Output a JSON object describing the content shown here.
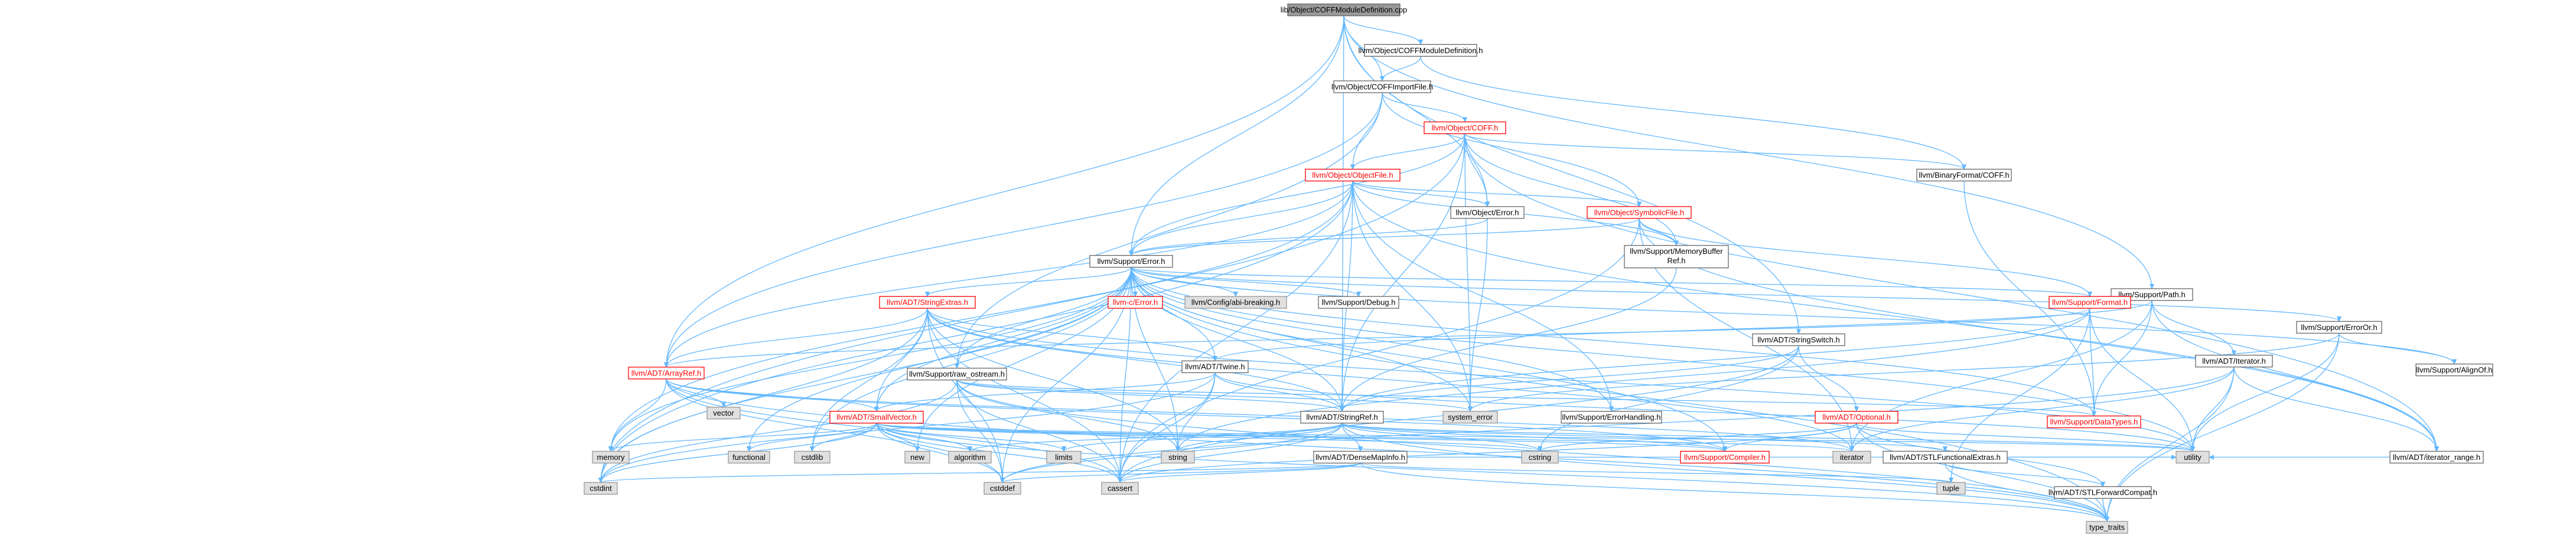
{
  "graph": {
    "root": "lib/Object/COFFModuleDefinition.cpp",
    "colors": {
      "edge": "#63b8ff",
      "root_fill": "#999999",
      "root_stroke": "#666666",
      "file_fill": "#ffffff",
      "file_stroke": "#666666",
      "partial_stroke": "#ff0000",
      "partial_text": "#ff0000",
      "system_fill": "#e0e0e0",
      "system_stroke": "#999999",
      "text": "#000000"
    },
    "nodes": [
      {
        "id": "n0",
        "label": "lib/Object/COFFModuleDefinition.cpp",
        "kind": "root"
      },
      {
        "id": "n1",
        "label": "llvm/Object/COFFModuleDefinition.h",
        "kind": "file"
      },
      {
        "id": "n2",
        "label": "llvm/Object/COFFImportFile.h",
        "kind": "file"
      },
      {
        "id": "n3",
        "label": "llvm/Object/COFF.h",
        "kind": "partial"
      },
      {
        "id": "n4",
        "label": "llvm/BinaryFormat/COFF.h",
        "kind": "file"
      },
      {
        "id": "n5",
        "label": "llvm/Object/ObjectFile.h",
        "kind": "partial"
      },
      {
        "id": "n6",
        "label": "llvm/Object/Error.h",
        "kind": "file"
      },
      {
        "id": "n7",
        "label": "llvm/Object/SymbolicFile.h",
        "kind": "partial"
      },
      {
        "id": "n8",
        "label": "llvm/Support/MemoryBuffer",
        "label2": "Ref.h",
        "kind": "file"
      },
      {
        "id": "n9",
        "label": "llvm/Support/Error.h",
        "kind": "file"
      },
      {
        "id": "n10",
        "label": "llvm/Support/Path.h",
        "kind": "file"
      },
      {
        "id": "n11",
        "label": "llvm/ADT/StringExtras.h",
        "kind": "partial"
      },
      {
        "id": "n12",
        "label": "llvm-c/Error.h",
        "kind": "partial"
      },
      {
        "id": "n13",
        "label": "llvm/Config/abi-breaking.h",
        "kind": "system"
      },
      {
        "id": "n14",
        "label": "llvm/Support/Debug.h",
        "kind": "file"
      },
      {
        "id": "n15",
        "label": "llvm/Support/Format.h",
        "kind": "partial"
      },
      {
        "id": "n16",
        "label": "llvm/Support/ErrorOr.h",
        "kind": "file"
      },
      {
        "id": "n17",
        "label": "llvm/ADT/StringSwitch.h",
        "kind": "file"
      },
      {
        "id": "n18",
        "label": "llvm/ADT/Iterator.h",
        "kind": "file"
      },
      {
        "id": "n19",
        "label": "llvm/Support/AlignOf.h",
        "kind": "file"
      },
      {
        "id": "n20",
        "label": "llvm/ADT/Twine.h",
        "kind": "file"
      },
      {
        "id": "n21",
        "label": "llvm/ADT/ArrayRef.h",
        "kind": "partial"
      },
      {
        "id": "n22",
        "label": "llvm/Support/raw_ostream.h",
        "kind": "file"
      },
      {
        "id": "n23",
        "label": "llvm/ADT/SmallVector.h",
        "kind": "partial"
      },
      {
        "id": "n24",
        "label": "llvm/ADT/StringRef.h",
        "kind": "file"
      },
      {
        "id": "n25",
        "label": "llvm/Support/ErrorHandling.h",
        "kind": "file"
      },
      {
        "id": "n26",
        "label": "llvm/ADT/Optional.h",
        "kind": "partial"
      },
      {
        "id": "n27",
        "label": "llvm/Support/DataTypes.h",
        "kind": "partial"
      },
      {
        "id": "n28",
        "label": "llvm/ADT/DenseMapInfo.h",
        "kind": "file"
      },
      {
        "id": "n29",
        "label": "llvm/Support/Compiler.h",
        "kind": "partial"
      },
      {
        "id": "n30",
        "label": "llvm/ADT/STLFunctionalExtras.h",
        "kind": "file"
      },
      {
        "id": "n31",
        "label": "llvm/ADT/STLForwardCompat.h",
        "kind": "file"
      },
      {
        "id": "n32",
        "label": "llvm/ADT/iterator_range.h",
        "kind": "file"
      },
      {
        "id": "n33",
        "label": "vector",
        "kind": "system"
      },
      {
        "id": "n34",
        "label": "memory",
        "kind": "system"
      },
      {
        "id": "n35",
        "label": "functional",
        "kind": "system"
      },
      {
        "id": "n36",
        "label": "cstdlib",
        "kind": "system"
      },
      {
        "id": "n37",
        "label": "cstdint",
        "kind": "system"
      },
      {
        "id": "n38",
        "label": "new",
        "kind": "system"
      },
      {
        "id": "n39",
        "label": "algorithm",
        "kind": "system"
      },
      {
        "id": "n40",
        "label": "limits",
        "kind": "system"
      },
      {
        "id": "n41",
        "label": "string",
        "kind": "system"
      },
      {
        "id": "n42",
        "label": "cstddef",
        "kind": "system"
      },
      {
        "id": "n43",
        "label": "cassert",
        "kind": "system"
      },
      {
        "id": "n44",
        "label": "cstring",
        "kind": "system"
      },
      {
        "id": "n45",
        "label": "system_error",
        "kind": "system"
      },
      {
        "id": "n46",
        "label": "iterator",
        "kind": "system"
      },
      {
        "id": "n47",
        "label": "tuple",
        "kind": "system"
      },
      {
        "id": "n48",
        "label": "utility",
        "kind": "system"
      },
      {
        "id": "n49",
        "label": "type_traits",
        "kind": "system"
      }
    ],
    "edges": [
      [
        "n0",
        "n1"
      ],
      [
        "n0",
        "n2"
      ],
      [
        "n0",
        "n6"
      ],
      [
        "n0",
        "n9"
      ],
      [
        "n0",
        "n10"
      ],
      [
        "n0",
        "n17"
      ],
      [
        "n0",
        "n21"
      ],
      [
        "n0",
        "n24"
      ],
      [
        "n1",
        "n2"
      ],
      [
        "n1",
        "n4"
      ],
      [
        "n2",
        "n3"
      ],
      [
        "n2",
        "n5"
      ],
      [
        "n2",
        "n7"
      ],
      [
        "n2",
        "n22"
      ],
      [
        "n2",
        "n21"
      ],
      [
        "n3",
        "n4"
      ],
      [
        "n3",
        "n5"
      ],
      [
        "n3",
        "n6"
      ],
      [
        "n3",
        "n8"
      ],
      [
        "n3",
        "n9"
      ],
      [
        "n3",
        "n32"
      ],
      [
        "n3",
        "n37"
      ],
      [
        "n3",
        "n45"
      ],
      [
        "n3",
        "n24"
      ],
      [
        "n4",
        "n27"
      ],
      [
        "n5",
        "n6"
      ],
      [
        "n5",
        "n7"
      ],
      [
        "n5",
        "n8"
      ],
      [
        "n5",
        "n9"
      ],
      [
        "n5",
        "n24"
      ],
      [
        "n5",
        "n21"
      ],
      [
        "n5",
        "n34"
      ],
      [
        "n5",
        "n37"
      ],
      [
        "n5",
        "n43"
      ],
      [
        "n5",
        "n45"
      ],
      [
        "n5",
        "n32"
      ],
      [
        "n5",
        "n25"
      ],
      [
        "n6",
        "n9"
      ],
      [
        "n6",
        "n45"
      ],
      [
        "n7",
        "n8"
      ],
      [
        "n7",
        "n9"
      ],
      [
        "n7",
        "n15"
      ],
      [
        "n7",
        "n46"
      ],
      [
        "n7",
        "n43"
      ],
      [
        "n7",
        "n32"
      ],
      [
        "n8",
        "n24"
      ],
      [
        "n9",
        "n11"
      ],
      [
        "n9",
        "n12"
      ],
      [
        "n9",
        "n13"
      ],
      [
        "n9",
        "n14"
      ],
      [
        "n9",
        "n15"
      ],
      [
        "n9",
        "n16"
      ],
      [
        "n9",
        "n19"
      ],
      [
        "n9",
        "n20"
      ],
      [
        "n9",
        "n22"
      ],
      [
        "n9",
        "n23"
      ],
      [
        "n9",
        "n24"
      ],
      [
        "n9",
        "n25"
      ],
      [
        "n9",
        "n29"
      ],
      [
        "n9",
        "n34"
      ],
      [
        "n9",
        "n37"
      ],
      [
        "n9",
        "n36"
      ],
      [
        "n9",
        "n43"
      ],
      [
        "n9",
        "n45"
      ],
      [
        "n9",
        "n41"
      ],
      [
        "n9",
        "n35"
      ],
      [
        "n9",
        "n38"
      ],
      [
        "n9",
        "n48"
      ],
      [
        "n9",
        "n49"
      ],
      [
        "n9",
        "n42"
      ],
      [
        "n9",
        "n27"
      ],
      [
        "n10",
        "n20"
      ],
      [
        "n10",
        "n18"
      ],
      [
        "n10",
        "n32"
      ],
      [
        "n10",
        "n27"
      ],
      [
        "n10",
        "n46"
      ],
      [
        "n11",
        "n21"
      ],
      [
        "n11",
        "n23"
      ],
      [
        "n11",
        "n24"
      ],
      [
        "n11",
        "n20"
      ],
      [
        "n11",
        "n46"
      ],
      [
        "n11",
        "n41"
      ],
      [
        "n11",
        "n37"
      ],
      [
        "n11",
        "n36"
      ],
      [
        "n11",
        "n43"
      ],
      [
        "n11",
        "n42"
      ],
      [
        "n11",
        "n48"
      ],
      [
        "n15",
        "n21"
      ],
      [
        "n15",
        "n24"
      ],
      [
        "n15",
        "n27"
      ],
      [
        "n15",
        "n41"
      ],
      [
        "n15",
        "n47"
      ],
      [
        "n15",
        "n48"
      ],
      [
        "n16",
        "n19"
      ],
      [
        "n16",
        "n45"
      ],
      [
        "n16",
        "n49"
      ],
      [
        "n16",
        "n48"
      ],
      [
        "n17",
        "n24"
      ],
      [
        "n17",
        "n26"
      ],
      [
        "n17",
        "n44"
      ],
      [
        "n17",
        "n43"
      ],
      [
        "n18",
        "n32"
      ],
      [
        "n18",
        "n46"
      ],
      [
        "n18",
        "n42"
      ],
      [
        "n18",
        "n49"
      ],
      [
        "n18",
        "n48"
      ],
      [
        "n20",
        "n23"
      ],
      [
        "n20",
        "n24"
      ],
      [
        "n20",
        "n43"
      ],
      [
        "n20",
        "n37"
      ],
      [
        "n20",
        "n41"
      ],
      [
        "n20",
        "n48"
      ],
      [
        "n21",
        "n23"
      ],
      [
        "n21",
        "n29"
      ],
      [
        "n21",
        "n33"
      ],
      [
        "n21",
        "n34"
      ],
      [
        "n21",
        "n43"
      ],
      [
        "n21",
        "n42"
      ],
      [
        "n21",
        "n46"
      ],
      [
        "n21",
        "n49"
      ],
      [
        "n22",
        "n24"
      ],
      [
        "n22",
        "n27"
      ],
      [
        "n22",
        "n45"
      ],
      [
        "n22",
        "n43"
      ],
      [
        "n22",
        "n42"
      ],
      [
        "n22",
        "n37"
      ],
      [
        "n22",
        "n41"
      ],
      [
        "n22",
        "n49"
      ],
      [
        "n23",
        "n29"
      ],
      [
        "n23",
        "n39"
      ],
      [
        "n23",
        "n43"
      ],
      [
        "n23",
        "n42"
      ],
      [
        "n23",
        "n36"
      ],
      [
        "n23",
        "n35"
      ],
      [
        "n23",
        "n46"
      ],
      [
        "n23",
        "n40"
      ],
      [
        "n23",
        "n34"
      ],
      [
        "n23",
        "n38"
      ],
      [
        "n23",
        "n49"
      ],
      [
        "n23",
        "n48"
      ],
      [
        "n23",
        "n44"
      ],
      [
        "n23",
        "n37"
      ],
      [
        "n24",
        "n28"
      ],
      [
        "n24",
        "n30"
      ],
      [
        "n24",
        "n29"
      ],
      [
        "n24",
        "n39"
      ],
      [
        "n24",
        "n43"
      ],
      [
        "n24",
        "n42"
      ],
      [
        "n24",
        "n44"
      ],
      [
        "n24",
        "n40"
      ],
      [
        "n24",
        "n41"
      ],
      [
        "n24",
        "n49"
      ],
      [
        "n24",
        "n48"
      ],
      [
        "n26",
        "n31"
      ],
      [
        "n26",
        "n29"
      ],
      [
        "n26",
        "n43"
      ],
      [
        "n26",
        "n44"
      ],
      [
        "n26",
        "n48"
      ],
      [
        "n26",
        "n49"
      ],
      [
        "n28",
        "n43"
      ],
      [
        "n28",
        "n42"
      ],
      [
        "n28",
        "n37"
      ],
      [
        "n28",
        "n47"
      ],
      [
        "n28",
        "n49"
      ],
      [
        "n28",
        "n48"
      ],
      [
        "n30",
        "n31"
      ],
      [
        "n30",
        "n48"
      ],
      [
        "n30",
        "n49"
      ],
      [
        "n31",
        "n49"
      ],
      [
        "n32",
        "n48"
      ]
    ]
  }
}
